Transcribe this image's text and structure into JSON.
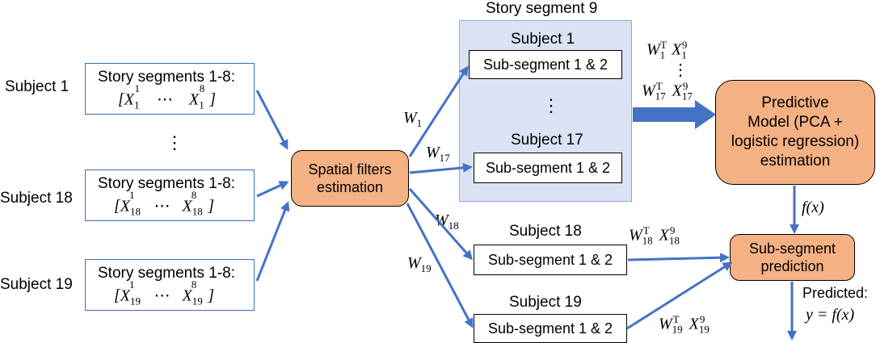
{
  "left_subjects": [
    {
      "label": "Subject 1",
      "box_title": "Story segments 1-8:",
      "sub": "1"
    },
    {
      "label": "Subject 18",
      "box_title": "Story segments 1-8:",
      "sub": "18"
    },
    {
      "label": "Subject 19",
      "box_title": "Story segments 1-8:",
      "sub": "19"
    }
  ],
  "matrix_text": {
    "X": "X",
    "first_seg": "1",
    "last_seg": "8",
    "dots": "⋯"
  },
  "vertical_dots": "⋮",
  "spatial_filters": {
    "line1": "Spatial filters",
    "line2": "estimation"
  },
  "story_segment_9": {
    "title": "Story segment 9",
    "subject_1": "Subject 1",
    "subject_17": "Subject 17",
    "sub_segment": "Sub-segment 1 & 2"
  },
  "lower_subjects": {
    "subject_18": "Subject 18",
    "subject_19": "Subject 19",
    "sub_segment": "Sub-segment 1 & 2"
  },
  "weights": {
    "W": "W",
    "w1": "1",
    "w17": "17",
    "w18": "18",
    "w19": "19"
  },
  "projections": {
    "T": "T",
    "seg": "9"
  },
  "predictive_model": {
    "line1": "Predictive",
    "line2": "Model (PCA +",
    "line3": "logistic regression)",
    "line4": "estimation"
  },
  "fx_label": "f(x)",
  "sub_segment_prediction": {
    "line1": "Sub-segment",
    "line2": "prediction"
  },
  "predicted": {
    "label": "Predicted:",
    "equation": "y = f(x)"
  },
  "colors": {
    "arrow": "#4472c4",
    "orange": "#f4b183",
    "panel": "#dae3f3",
    "panel_border": "#8faadc"
  }
}
